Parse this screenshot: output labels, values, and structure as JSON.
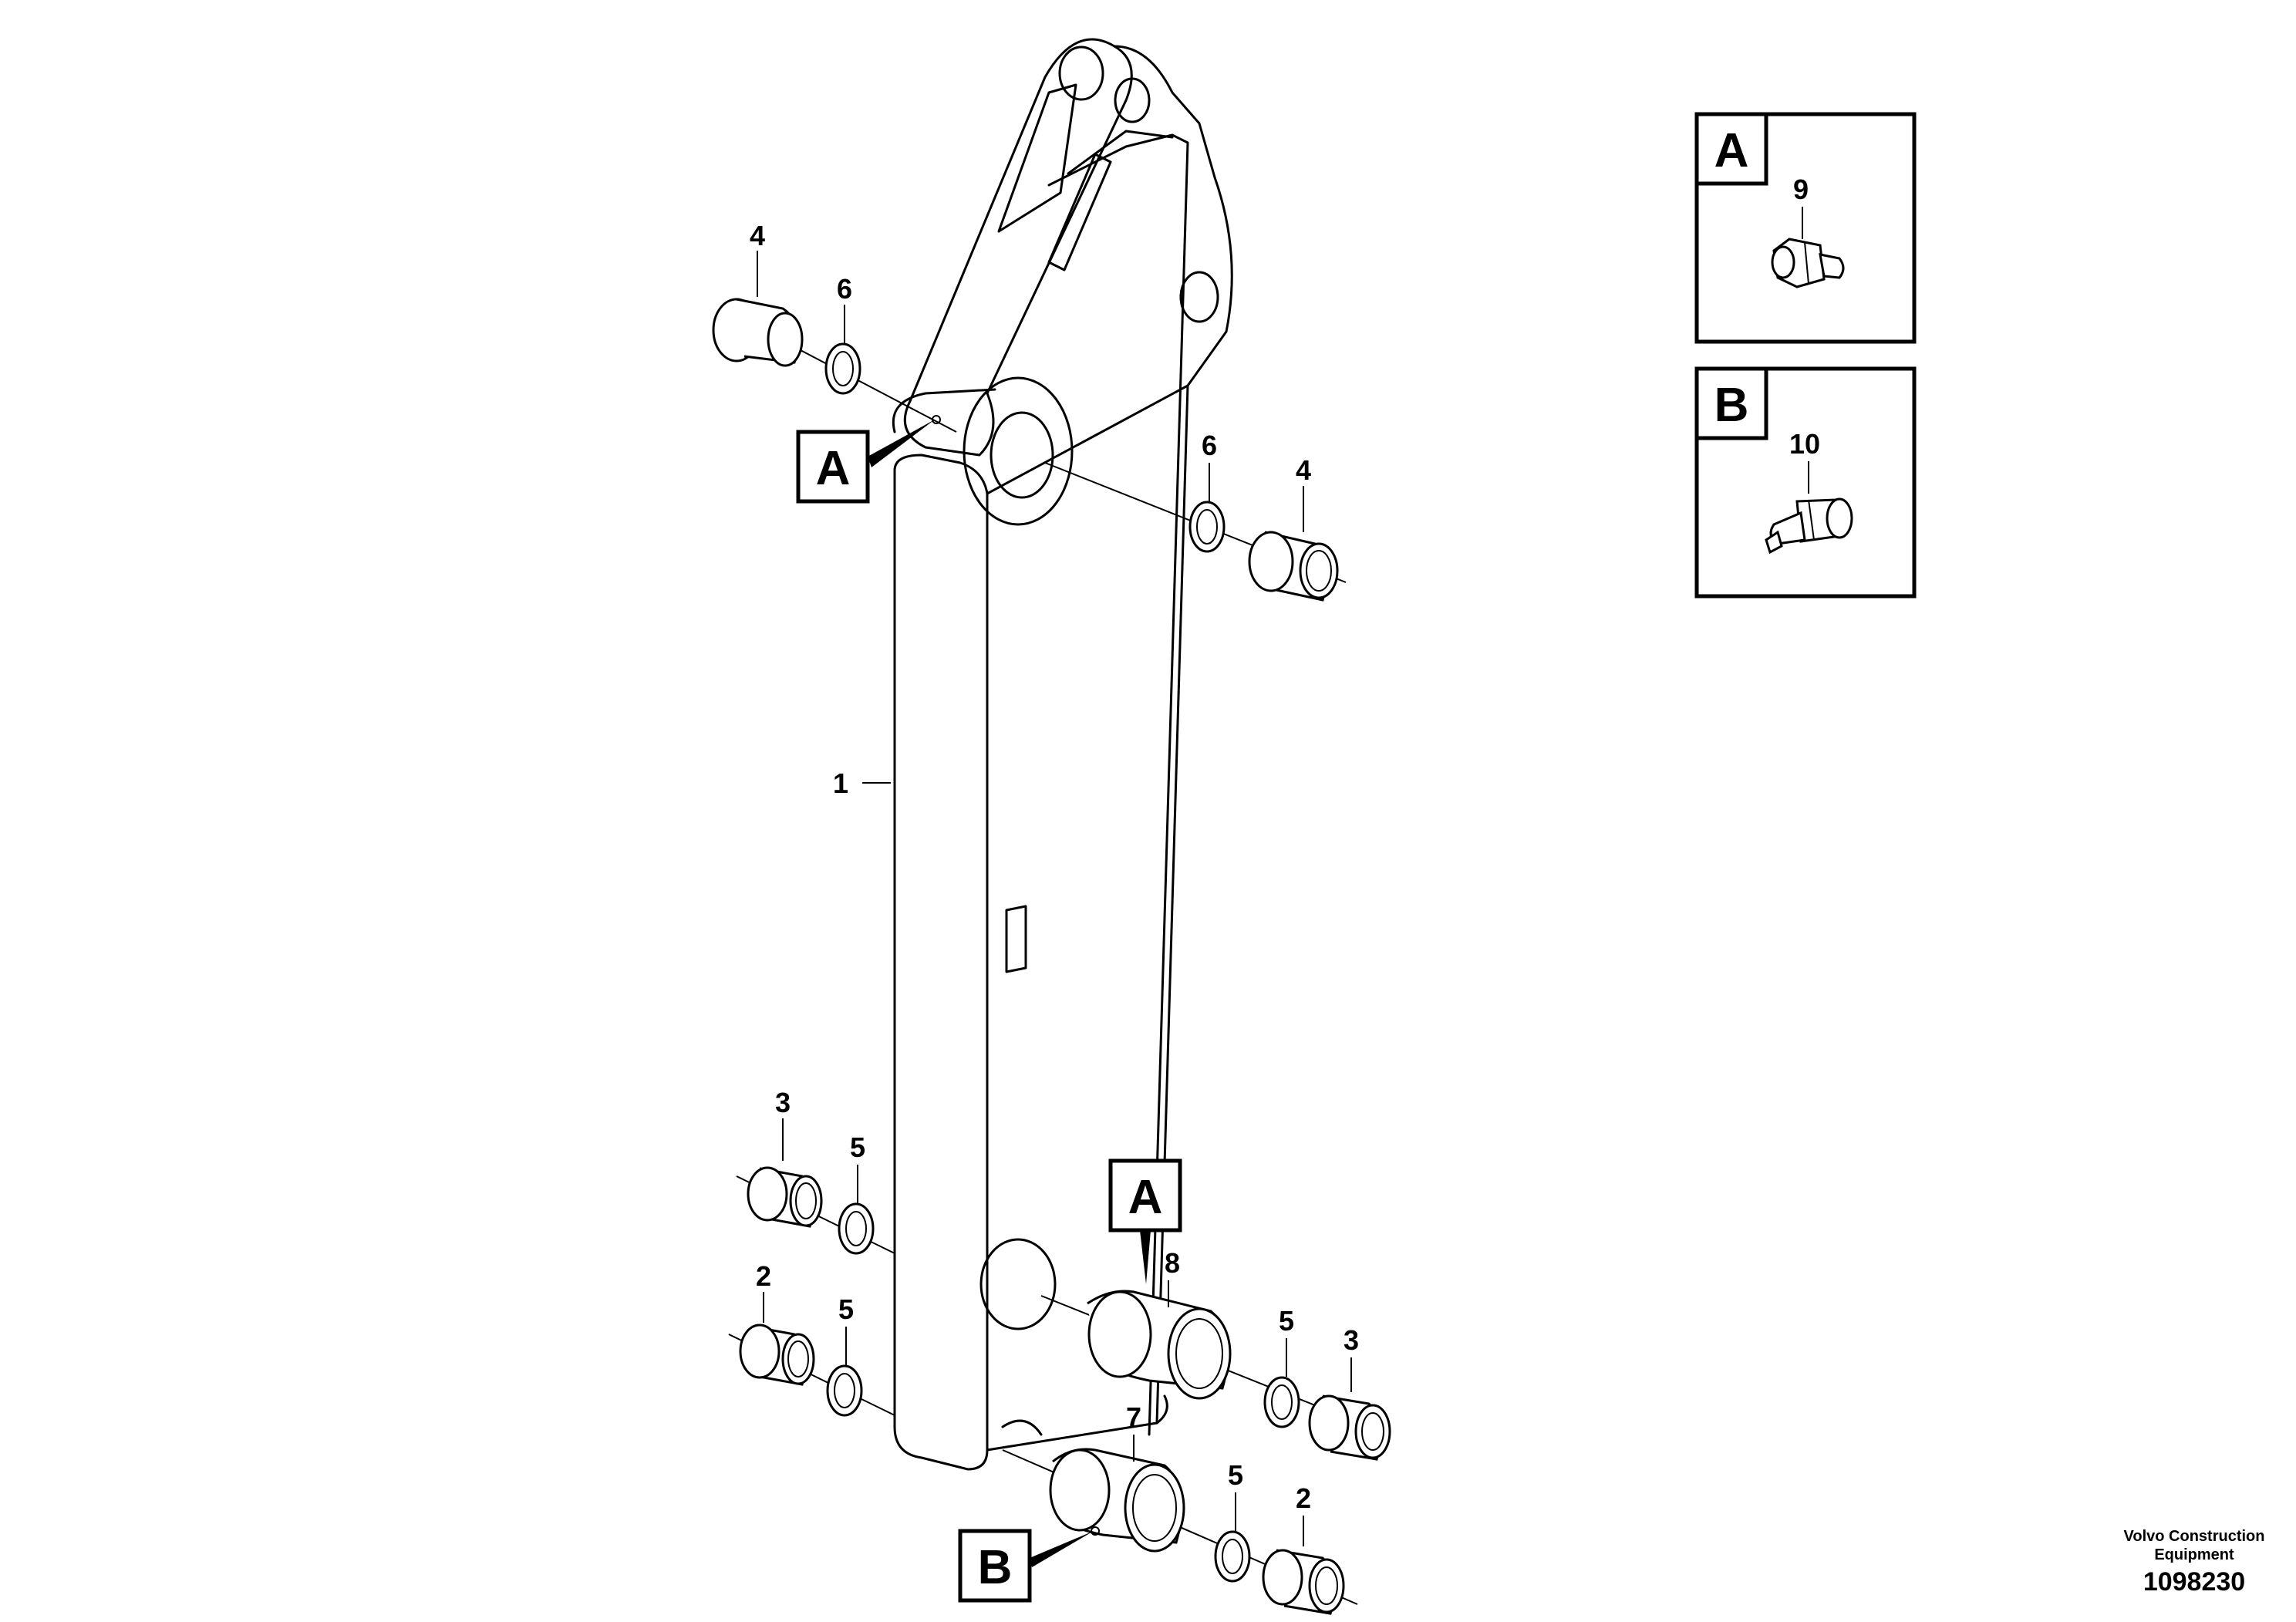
{
  "diagram": {
    "part_labels": {
      "arm": "1",
      "bushing_a_left": "4",
      "shim_a_left": "6",
      "shim_a_right": "6",
      "bushing_a_right": "4",
      "bushing_mid_left": "3",
      "shim_mid_left": "5",
      "bushing_low_left": "2",
      "shim_low_left": "5",
      "pin_upper": "8",
      "shim_upper_right": "5",
      "bushing_upper_right": "3",
      "pin_lower": "7",
      "shim_lower_right": "5",
      "bushing_lower_right": "2"
    },
    "callouts": {
      "top_left": "A",
      "pin_upper": "A",
      "pin_lower": "B"
    },
    "details": [
      {
        "letter": "A",
        "part_number": "9",
        "icon": "grease-nipple-straight-icon"
      },
      {
        "letter": "B",
        "part_number": "10",
        "icon": "grease-nipple-angled-icon"
      }
    ]
  },
  "footer": {
    "company_line1": "Volvo Construction",
    "company_line2": "Equipment",
    "document_number": "1098230"
  }
}
